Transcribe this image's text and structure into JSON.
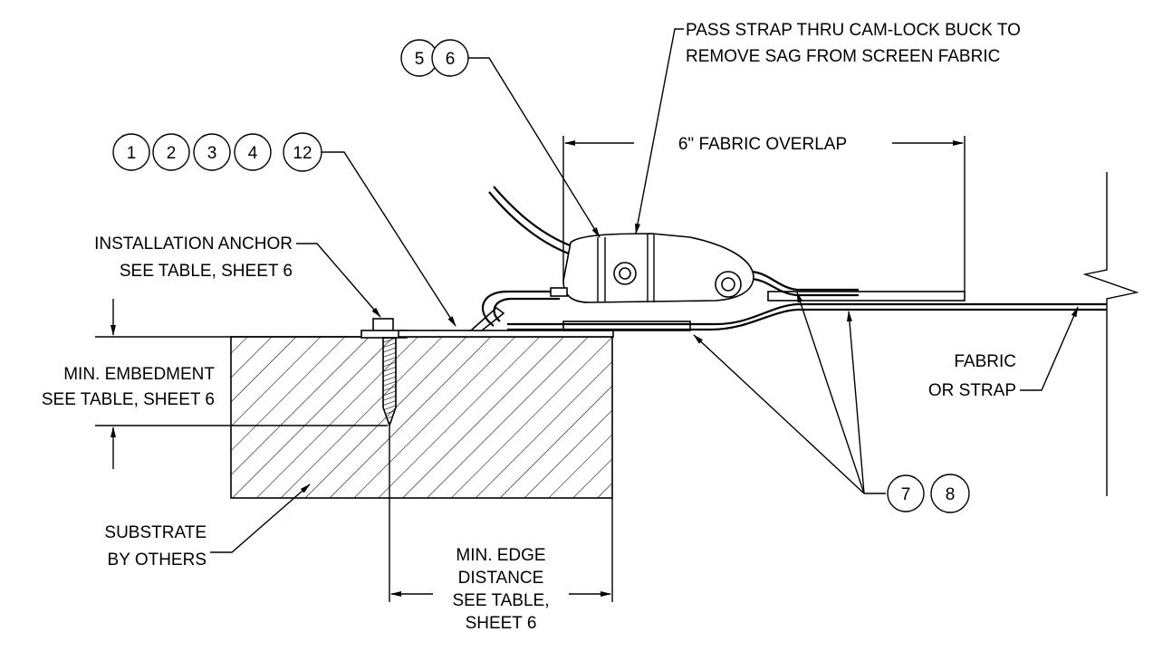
{
  "labels": {
    "pass_strap_line1": "PASS STRAP THRU CAM-LOCK BUCK TO",
    "pass_strap_line2": "REMOVE SAG FROM SCREEN FABRIC",
    "fabric_overlap": "6\" FABRIC OVERLAP",
    "installation_anchor_line1": "INSTALLATION ANCHOR",
    "installation_anchor_line2": "SEE TABLE, SHEET 6",
    "min_embedment_line1": "MIN. EMBEDMENT",
    "min_embedment_line2": "SEE TABLE, SHEET 6",
    "fabric_or_strap_line1": "FABRIC",
    "fabric_or_strap_line2": "OR STRAP",
    "substrate_line1": "SUBSTRATE",
    "substrate_line2": "BY OTHERS",
    "edge_distance_line1": "MIN. EDGE",
    "edge_distance_line2": "DISTANCE",
    "edge_distance_line3": "SEE TABLE,",
    "edge_distance_line4": "SHEET 6"
  },
  "balloons": {
    "group_a": [
      "5",
      "6"
    ],
    "group_b": [
      "1",
      "2",
      "3",
      "4",
      "12"
    ],
    "group_c": [
      "7",
      "8"
    ]
  }
}
